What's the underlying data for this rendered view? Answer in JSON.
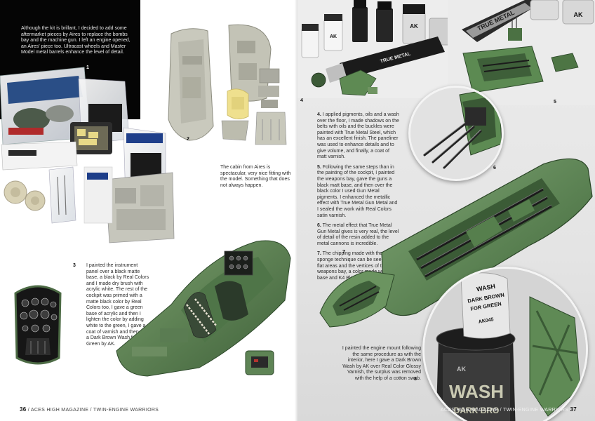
{
  "left_page": {
    "intro_text": "Although the kit is brillant, I decided to add some aftermarket pieces by Aires to replace the bombs bay and the machine gun. I left an engine opened, an Aires' piece too. Ultracast wheels and Master Model metal barrels enhance the level of detail.",
    "figure_numbers": {
      "f1": "1",
      "f2": "2",
      "f3": "3"
    },
    "caption_2": "The cabin from Aires is spectacular, very nice fitting with the model. Something that does not always happen.",
    "caption_3": "I painted the instrument panel over a black matte base, a black by Real Colors and I made dry brush with acrylic white. The rest of the cockpit was primed with a matte black color by Real Colors too, I gave a green base of acrylic and then I lighten the color by adding white to the green, I gave a coat of varnish and then gave a Dark Brown Wash for Green by AK.",
    "footer": {
      "page_number": "36",
      "sep": "/",
      "magazine": "ACES HIGH MAGAZINE",
      "section": "TWIN-ENGINE WARRIORS"
    }
  },
  "right_page": {
    "figure_numbers": {
      "f4": "4",
      "f5": "5",
      "f6": "6",
      "f7": "7",
      "f8": "8"
    },
    "para_4_num": "4.",
    "para_4": "I applied pigments, oils and a wash over the floor, I made shadows on the belts with oils and the buckles were painted with True Metal Steel, which has an excellent finish. The paneliner was used to enhance details and to give volume, and finally, a coat of matt varnish.",
    "para_5_num": "5.",
    "para_5": "Following the same steps than in the painting of the cockpit, I painted the weapons bay, gave the guns a black matt base, and then over the black color I used Gun Metal pigments. I enhanced the metallic effect with True Metal Gun Metal and I sealed the work with Real Colors satin varnish.",
    "para_6_num": "6.",
    "para_6": "The metal effect that True Metal Gun Metal gives is very real, the level of detail of the resin added to the metal cannons is incredible.",
    "para_7_num": "7.",
    "para_7": "The chipping made with the sponge technique can be seen in the flat areas and the vertices of the weapons bay, a color made with the base and K4 Black.",
    "caption_8": "I painted the engine mount following the same procedure as with the interior, here I gave a Dark Brown Wash by AK over Real Color Glossy Varnish, the surplus was removed with the help of a cotton swab.",
    "jar_label": {
      "line1": "WASH",
      "line2": "DARK BROWN",
      "line3": "FOR GREEN",
      "code": "AK045",
      "brand": "AK",
      "big": "WASH",
      "small": "DARK BRO"
    },
    "tube_label": "TRUE METAL",
    "footer": {
      "magazine": "ACES HIGH MAGAZINE",
      "sep": "/",
      "section": "TWIN-ENGINE WARRIORS",
      "page_number": "37"
    }
  },
  "colors": {
    "model_green": "#5f8a55",
    "resin_grey": "#c9c9bd",
    "resin_yellow": "#efe08e",
    "black_block": "#050505",
    "caption_text": "#2b2b2b"
  }
}
